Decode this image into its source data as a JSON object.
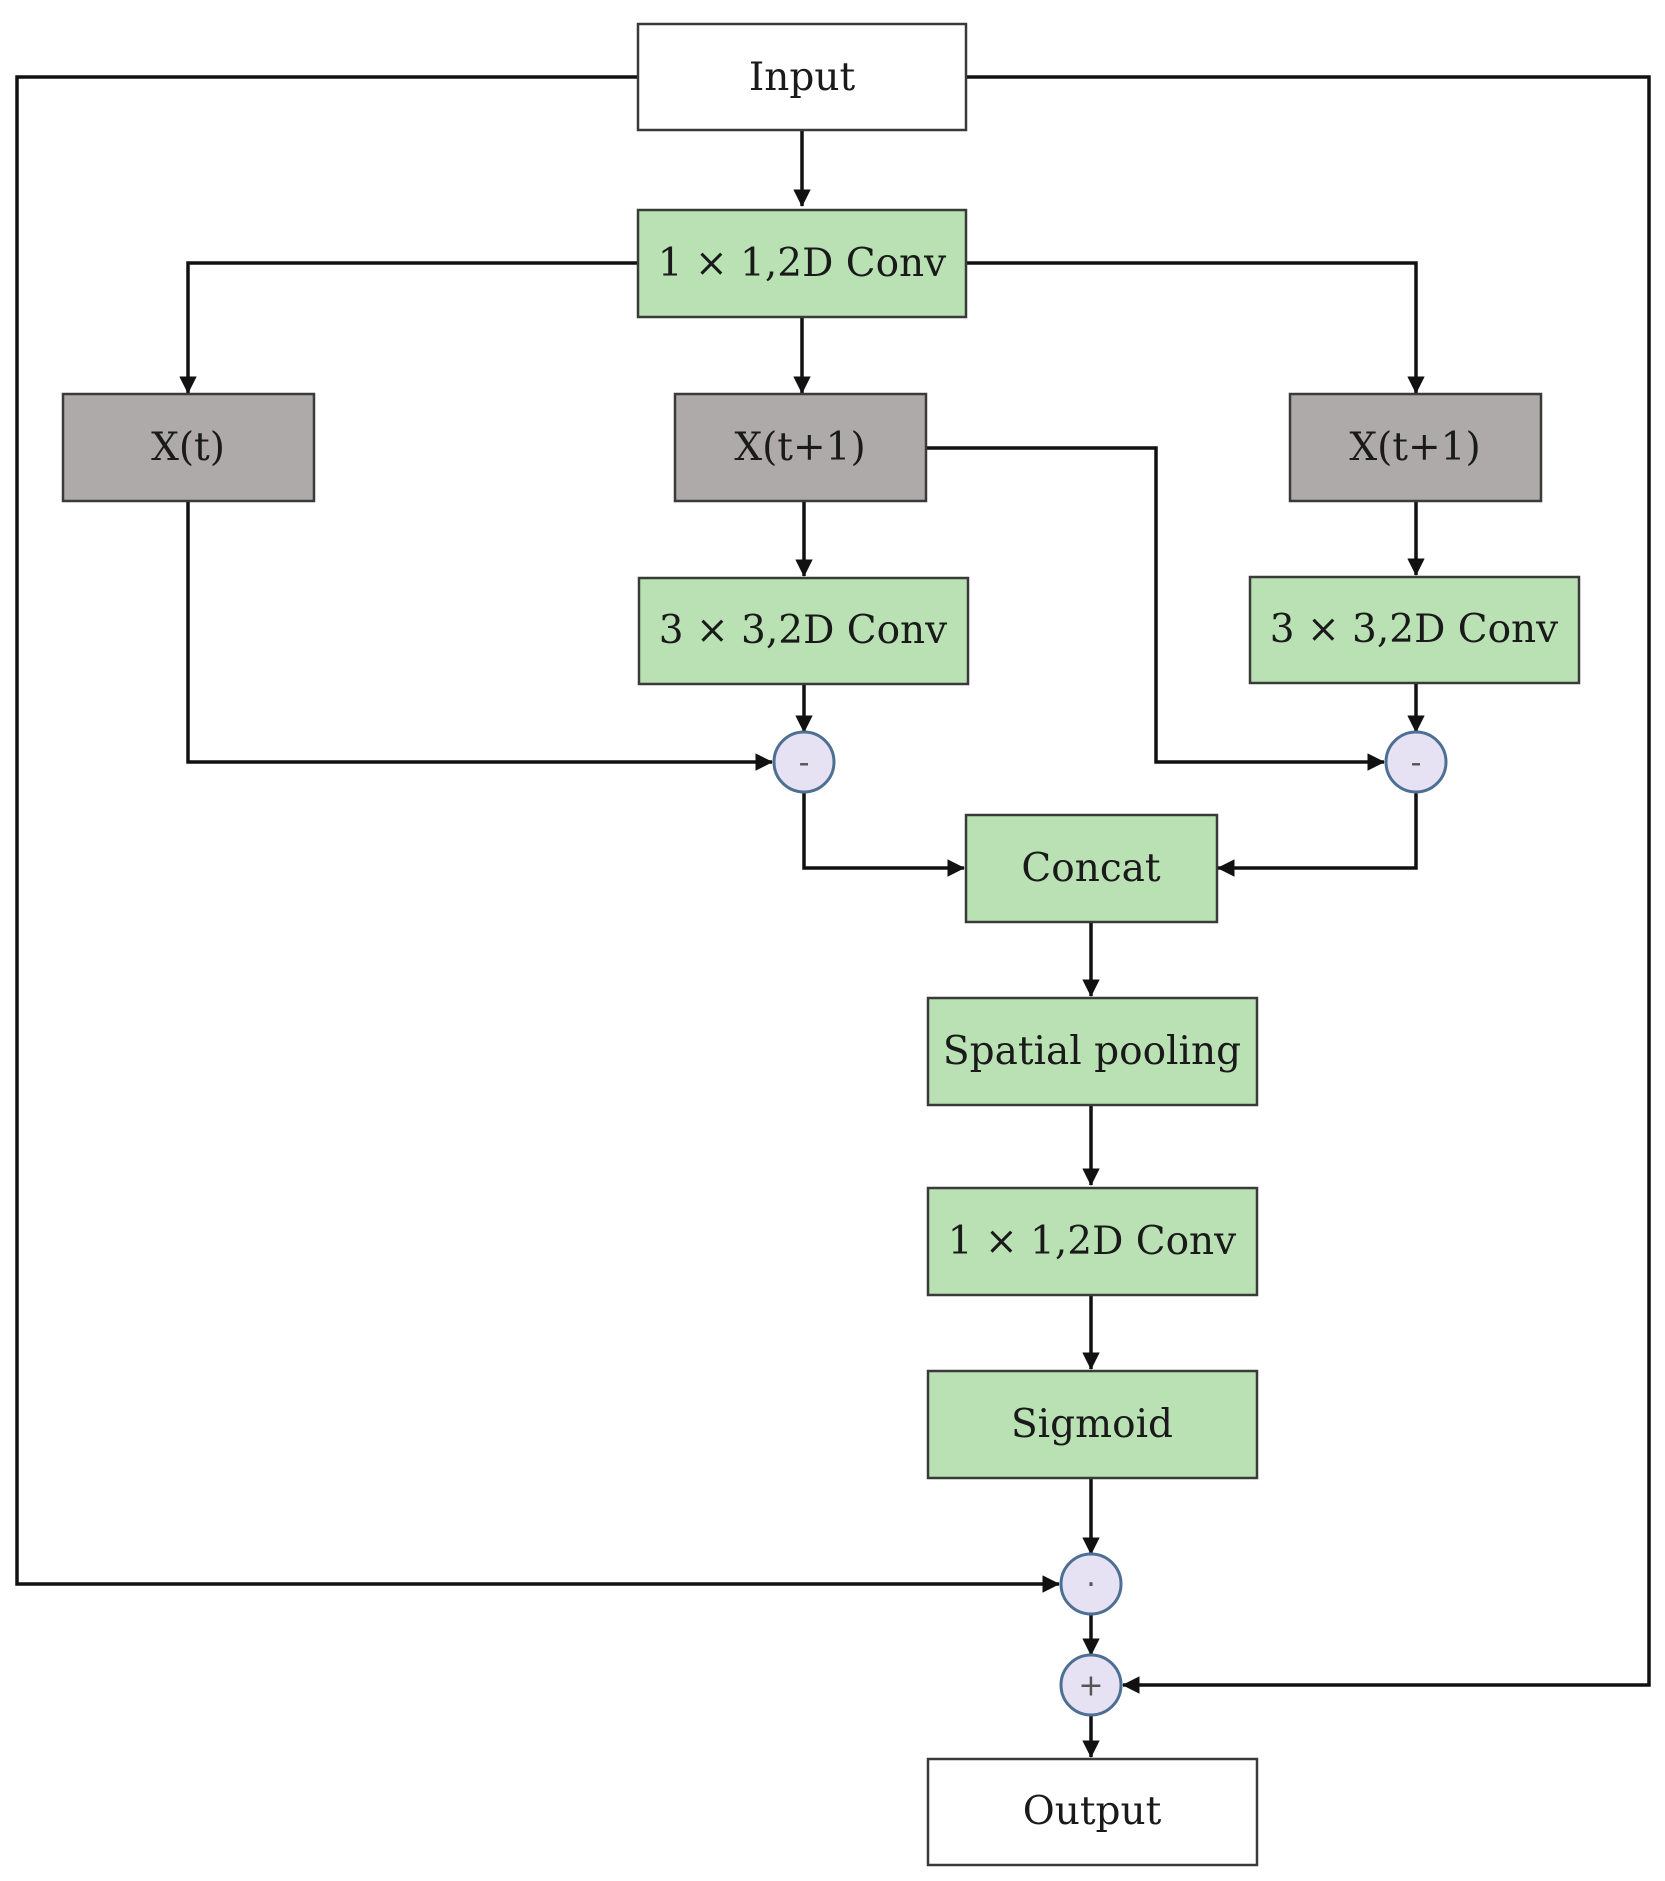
{
  "colors": {
    "green_fill": "#b9e1b4",
    "gray_fill": "#aeaaaa",
    "white_fill": "#ffffff",
    "border": "#3a3a3a",
    "op_fill": "#e6e2f3",
    "op_border": "#4d6f93",
    "edge": "#111111"
  },
  "nodes": {
    "input": "Input",
    "conv1_top": "1 × 1,2D Conv",
    "x_t": "X(t)",
    "x_t1_mid": "X(t+1)",
    "x_t1_right": "X(t+1)",
    "conv3_mid": "3 × 3,2D Conv",
    "conv3_right": "3 × 3,2D Conv",
    "concat": "Concat",
    "spatial_pooling": "Spatial pooling",
    "conv1_bottom": "1 × 1,2D Conv",
    "sigmoid": "Sigmoid",
    "output": "Output"
  },
  "operators": {
    "minus_left": "-",
    "minus_right": "-",
    "multiply": "·",
    "add": "+"
  }
}
